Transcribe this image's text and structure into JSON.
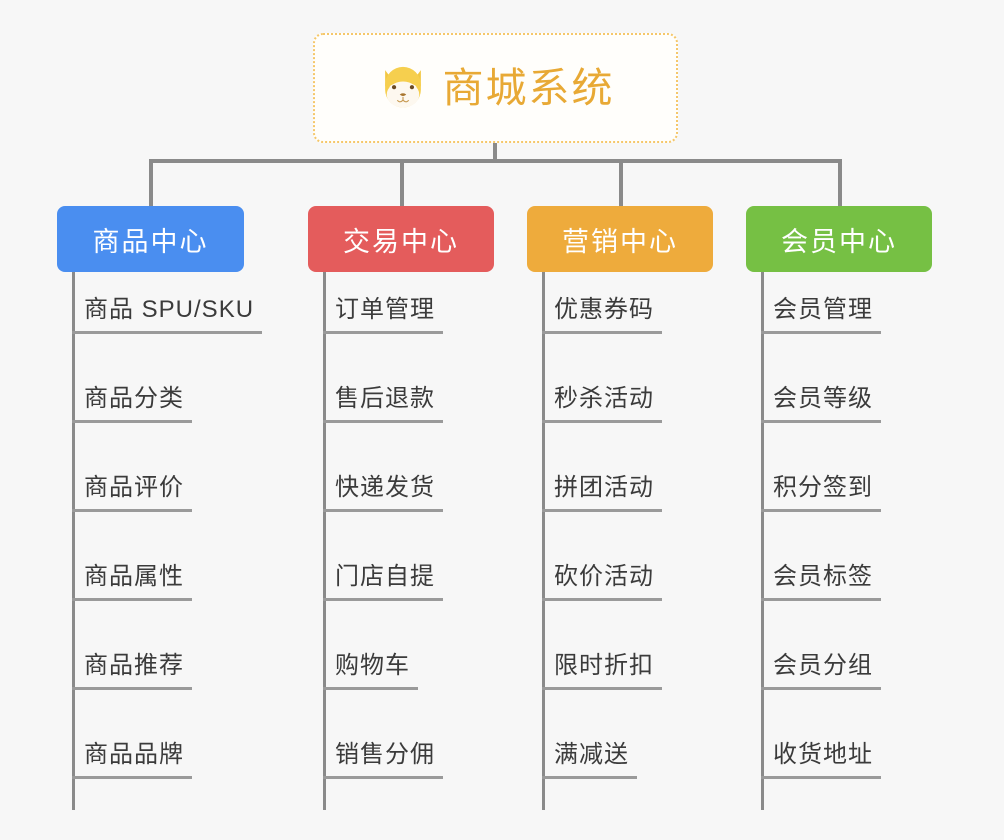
{
  "background_color": "#f7f7f7",
  "root": {
    "title": "商城系统",
    "icon": "dog-face-icon",
    "text_color": "#e8a935",
    "border_color": "#f5c76a"
  },
  "branches": [
    {
      "label": "商品中心",
      "color": "#4a8ef0",
      "items": [
        "商品 SPU/SKU",
        "商品分类",
        "商品评价",
        "商品属性",
        "商品推荐",
        "商品品牌"
      ]
    },
    {
      "label": "交易中心",
      "color": "#e45c5c",
      "items": [
        "订单管理",
        "售后退款",
        "快递发货",
        "门店自提",
        "购物车",
        "销售分佣"
      ]
    },
    {
      "label": "营销中心",
      "color": "#eeab3c",
      "items": [
        "优惠券码",
        "秒杀活动",
        "拼团活动",
        "砍价活动",
        "限时折扣",
        "满减送"
      ]
    },
    {
      "label": "会员中心",
      "color": "#76c044",
      "items": [
        "会员管理",
        "会员等级",
        "积分签到",
        "会员标签",
        "会员分组",
        "收货地址"
      ]
    }
  ]
}
